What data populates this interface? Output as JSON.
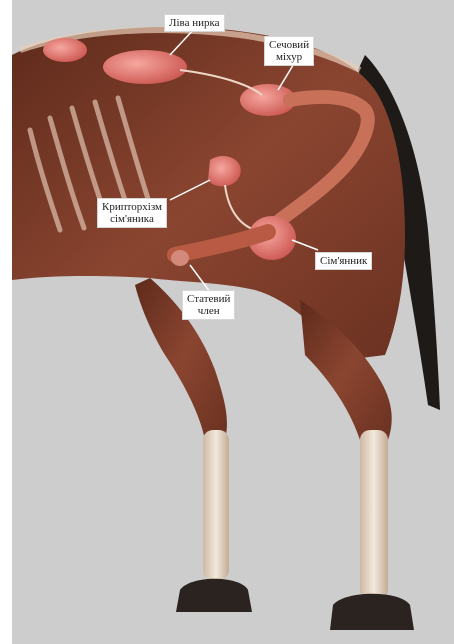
{
  "labels": {
    "left_kidney": "Ліва нирка",
    "bladder": [
      "Сечовий",
      "міхур"
    ],
    "cryptorchid": [
      "Крипторхізм",
      "сім'яника"
    ],
    "testis": "Сім'янник",
    "penis": [
      "Статевий",
      "член"
    ]
  },
  "colors": {
    "background": "#cdcdcd",
    "muscle": "#7a3b27",
    "organ": "#e0736d",
    "bone": "#e9dccb",
    "hoof": "#2b2320",
    "tail": "#1e1a17"
  }
}
